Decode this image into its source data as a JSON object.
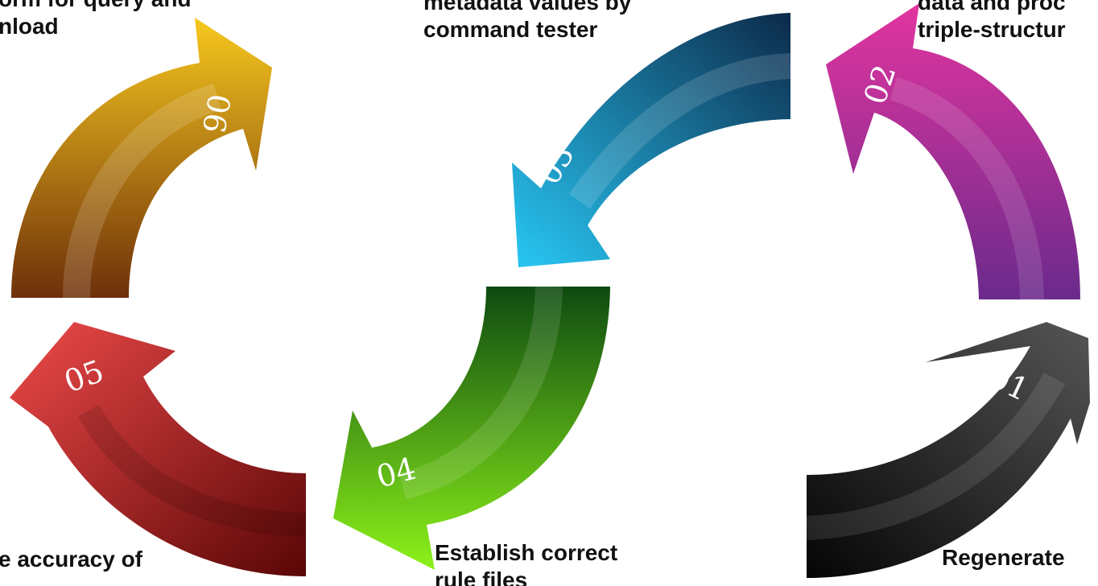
{
  "steps": [
    {
      "number": "01",
      "label_lines": [
        "Regenerate",
        ""
      ],
      "color": "#2b2b2b"
    },
    {
      "number": "02",
      "label_lines": [
        "data and proc",
        "triple-structur"
      ],
      "color": "#b0329a"
    },
    {
      "number": "03",
      "label_lines": [
        "metadata values by",
        "command tester"
      ],
      "color": "#1696cf"
    },
    {
      "number": "04",
      "label_lines": [
        "Establish correct",
        "rule files"
      ],
      "color": "#3f9a16"
    },
    {
      "number": "05",
      "label_lines": [
        "e accuracy of",
        ""
      ],
      "color": "#b8161c"
    },
    {
      "number": "06",
      "label_lines": [
        "orm for query and",
        "nload"
      ],
      "color": "#d9940f"
    }
  ]
}
